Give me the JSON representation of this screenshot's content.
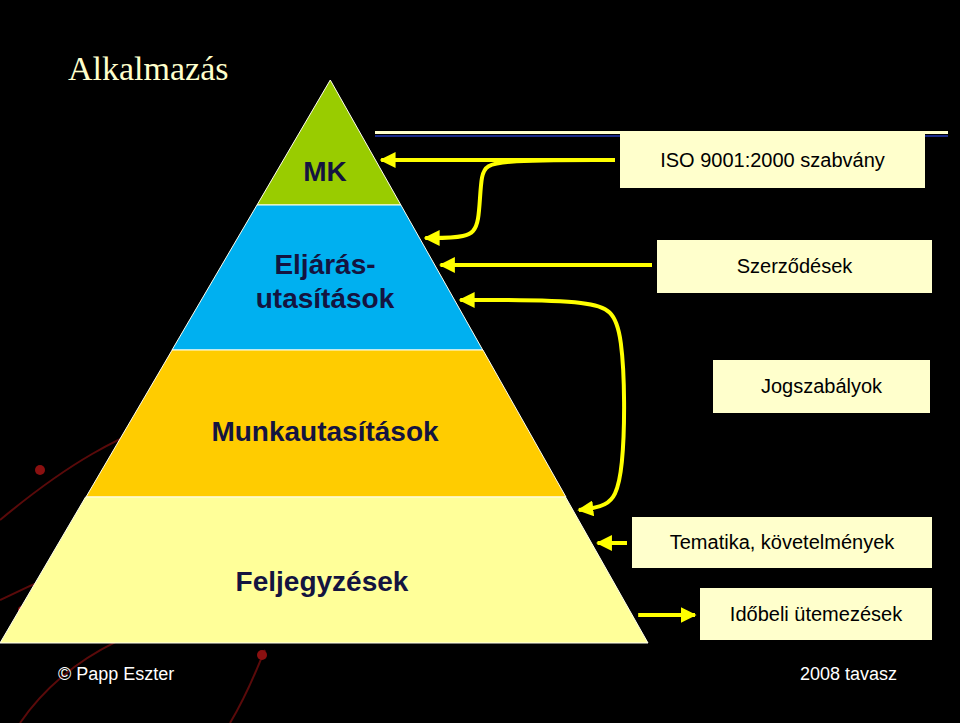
{
  "diagram": {
    "title": "Alkalmazás",
    "nodes": [
      {
        "text": [
          "MK"
        ]
      },
      {
        "text": [
          "Eljárás- utasítások"
        ]
      },
      {
        "text": [
          "Munkautasítások"
        ]
      },
      {
        "text": [
          "Feljegyzések"
        ]
      },
      {
        "text": [
          "ISO 9001:2000 szabvány"
        ]
      },
      {
        "text": [
          "Szerződések"
        ]
      },
      {
        "text": [
          "Jogszabályok"
        ]
      },
      {
        "text": [
          "Tematika, követelmények"
        ]
      },
      {
        "text": [
          "Időbeli ütemezések"
        ]
      }
    ],
    "edges": [
      {
        "from": 4,
        "to": 0,
        "arrow": "to"
      },
      {
        "from": 4,
        "to": 1,
        "arrow": "to"
      },
      {
        "from": 5,
        "to": 1,
        "arrow": "to"
      },
      {
        "from": 1,
        "to": 3,
        "arrow": "both"
      },
      {
        "from": 7,
        "to": 3,
        "arrow": "to"
      },
      {
        "from": 3,
        "to": 8,
        "arrow": "to"
      }
    ],
    "labels": [
      "© Papp Eszter",
      "2008 tavasz"
    ]
  }
}
